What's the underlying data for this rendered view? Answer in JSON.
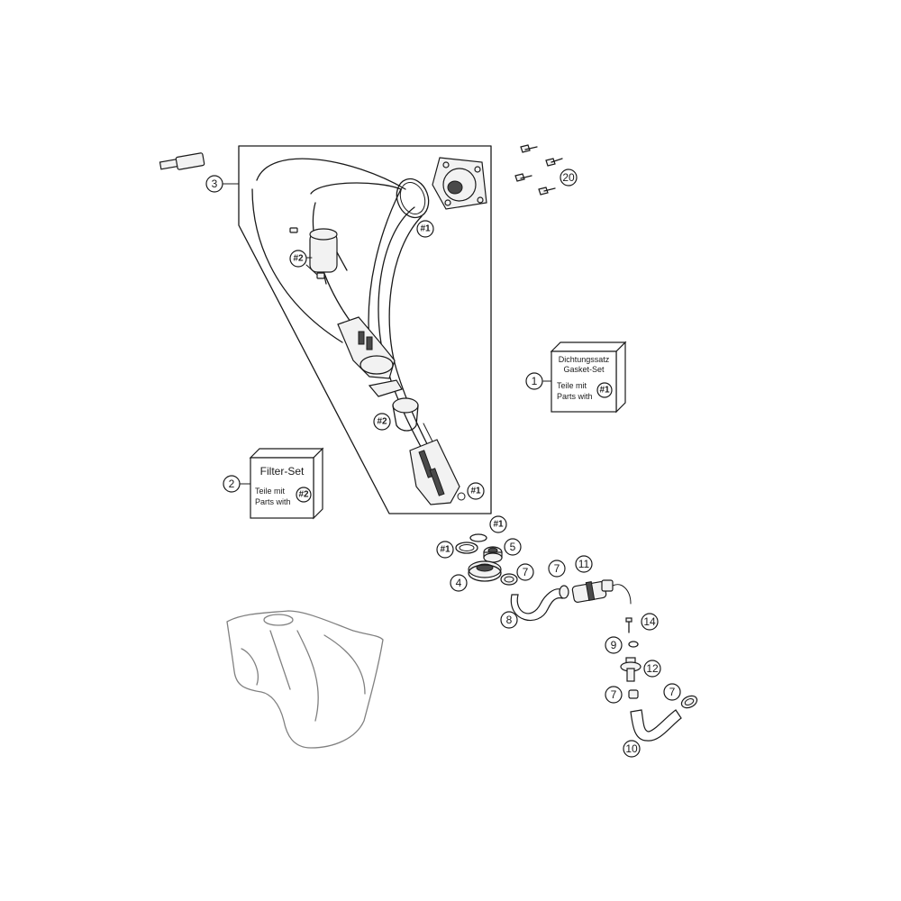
{
  "callouts": {
    "c1": "1",
    "c2": "2",
    "c3": "3",
    "c4": "4",
    "c5": "5",
    "c7a": "7",
    "c7b": "7",
    "c7c": "7",
    "c7d": "7",
    "c8": "8",
    "c9": "9",
    "c10": "10",
    "c11": "11",
    "c12": "12",
    "c14": "14",
    "c20": "20",
    "h1a": "#1",
    "h1b": "#1",
    "h1c": "#1",
    "h1d": "#1",
    "h2a": "#2",
    "h2b": "#2"
  },
  "gasket_box": {
    "title_de": "Dichtungssatz",
    "title_en": "Gasket-Set",
    "line1": "Teile mit",
    "line2": "Parts with",
    "ref": "#1"
  },
  "filter_box": {
    "title": "Filter-Set",
    "line1": "Teile mit",
    "line2": "Parts with",
    "ref": "#2"
  }
}
